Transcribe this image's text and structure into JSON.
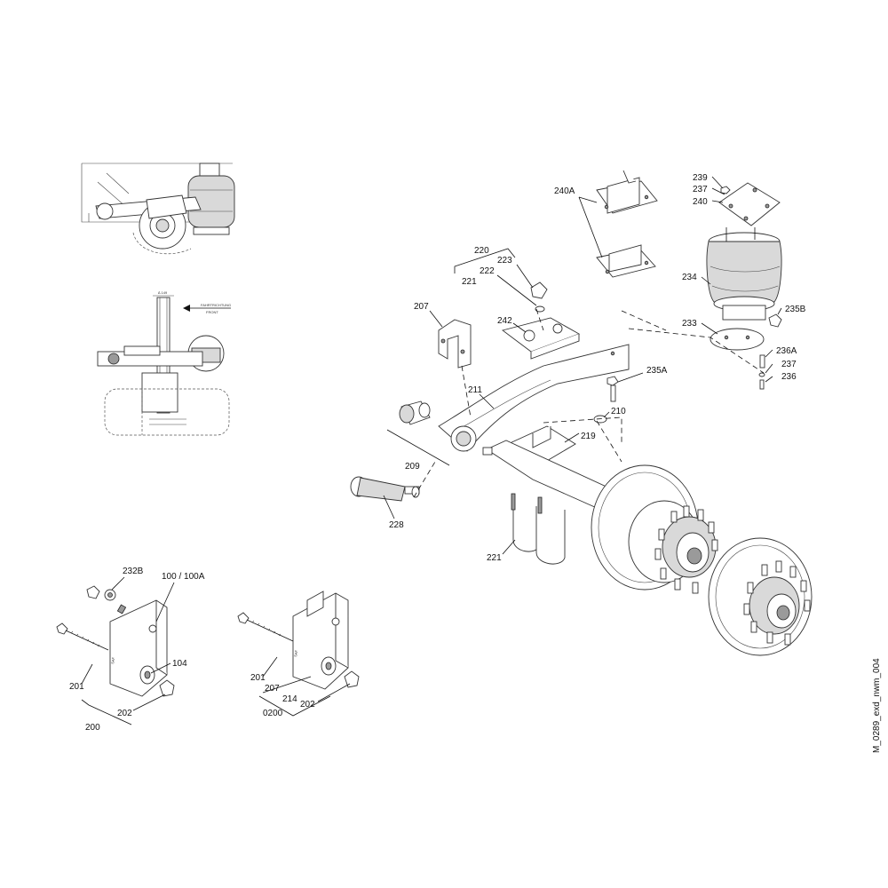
{
  "diagram": {
    "labels": {
      "l240A": "240A",
      "l239": "239",
      "l237a": "237",
      "l240": "240",
      "l220": "220",
      "l223": "223",
      "l222": "222",
      "l221a": "221",
      "l234": "234",
      "l207a": "207",
      "l242": "242",
      "l235B": "235B",
      "l233": "233",
      "l236A": "236A",
      "l237b": "237",
      "l236": "236",
      "l235A": "235A",
      "l211": "211",
      "l210": "210",
      "l219": "219",
      "l209": "209",
      "l228": "228",
      "l221b": "221",
      "l232B": "232B",
      "l100": "100 / 100A",
      "l104": "104",
      "l201a": "201",
      "l202a": "202",
      "l200": "200",
      "l201b": "201",
      "l207b": "207",
      "l214": "214",
      "l0200": "0200",
      "l202b": "202"
    },
    "detail_text": {
      "direction": "FAHRTRICHTUNG",
      "front": "FRONT"
    },
    "drawing_ref": "M_0289_exd_nwm_004"
  }
}
